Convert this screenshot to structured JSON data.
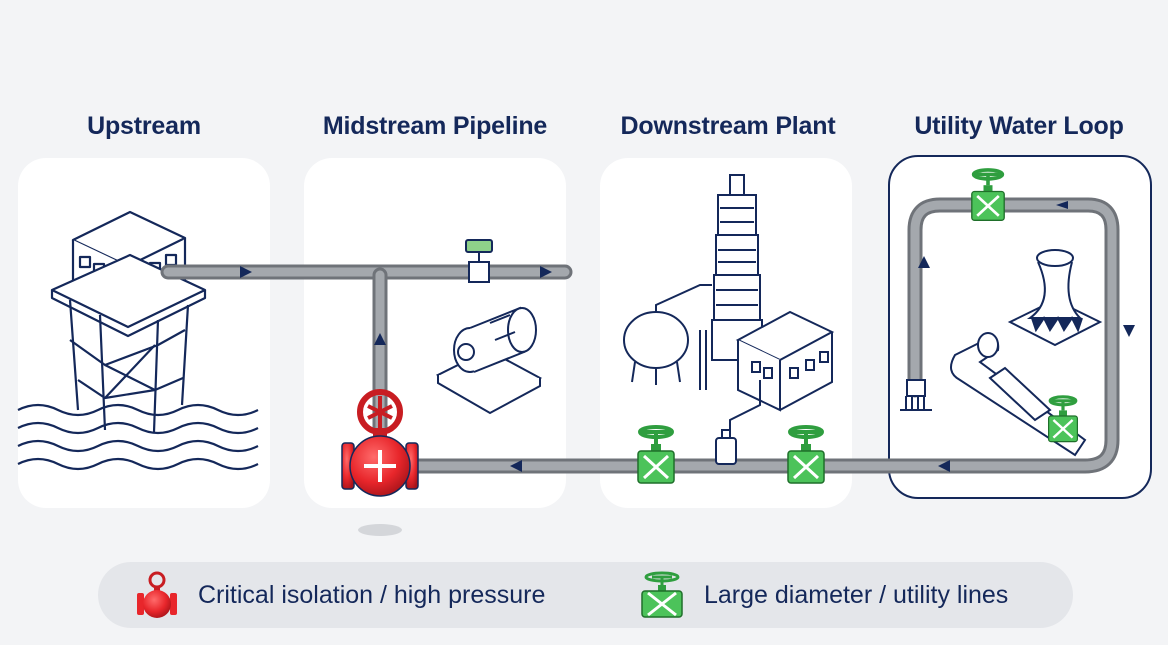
{
  "sections": [
    {
      "id": "upstream",
      "title": "Upstream"
    },
    {
      "id": "midstream",
      "title": "Midstream Pipeline"
    },
    {
      "id": "downstream",
      "title": "Downstream Plant"
    },
    {
      "id": "utility",
      "title": "Utility Water Loop"
    }
  ],
  "legend": {
    "critical_label": "Critical isolation / high pressure",
    "large_label": "Large diameter / utility lines"
  },
  "colors": {
    "title_text": "#14285a",
    "pipe": "#8a8e94",
    "critical_valve": "#e8262b",
    "utility_valve": "#3cb44a",
    "panel_bg": "#ffffff",
    "page_bg": "#f3f4f6",
    "loop_border": "#14285a"
  },
  "icons": {
    "critical_valve": "red-gate-valve-icon",
    "utility_valve": "green-butterfly-valve-icon"
  }
}
